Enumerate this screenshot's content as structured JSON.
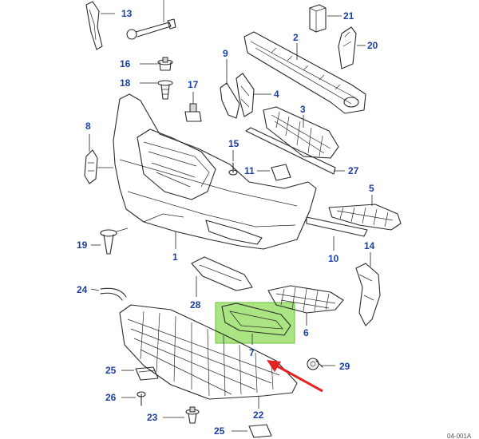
{
  "callouts": [
    {
      "id": "c1",
      "label": "1"
    },
    {
      "id": "c2",
      "label": "2"
    },
    {
      "id": "c3",
      "label": "3"
    },
    {
      "id": "c4",
      "label": "4"
    },
    {
      "id": "c5",
      "label": "5"
    },
    {
      "id": "c6",
      "label": "6"
    },
    {
      "id": "c7",
      "label": "7"
    },
    {
      "id": "c8",
      "label": "8"
    },
    {
      "id": "c9",
      "label": "9"
    },
    {
      "id": "c10",
      "label": "10"
    },
    {
      "id": "c11",
      "label": "11"
    },
    {
      "id": "c13",
      "label": "13"
    },
    {
      "id": "c14",
      "label": "14"
    },
    {
      "id": "c15",
      "label": "15"
    },
    {
      "id": "c16",
      "label": "16"
    },
    {
      "id": "c17",
      "label": "17"
    },
    {
      "id": "c18",
      "label": "18"
    },
    {
      "id": "c19",
      "label": "19"
    },
    {
      "id": "c20",
      "label": "20"
    },
    {
      "id": "c21",
      "label": "21"
    },
    {
      "id": "c22",
      "label": "22"
    },
    {
      "id": "c23",
      "label": "23"
    },
    {
      "id": "c24",
      "label": "24"
    },
    {
      "id": "c25a",
      "label": "25"
    },
    {
      "id": "c25b",
      "label": "25"
    },
    {
      "id": "c26",
      "label": "26"
    },
    {
      "id": "c27",
      "label": "27"
    },
    {
      "id": "c28",
      "label": "28"
    },
    {
      "id": "c29",
      "label": "29"
    }
  ],
  "highlighted_part": "7",
  "footer_code": "04-001A",
  "colors": {
    "callout_text": "#1a3fa6",
    "highlight": "#8fdc5a",
    "arrow": "#e32222",
    "line": "#2a2a2a"
  }
}
